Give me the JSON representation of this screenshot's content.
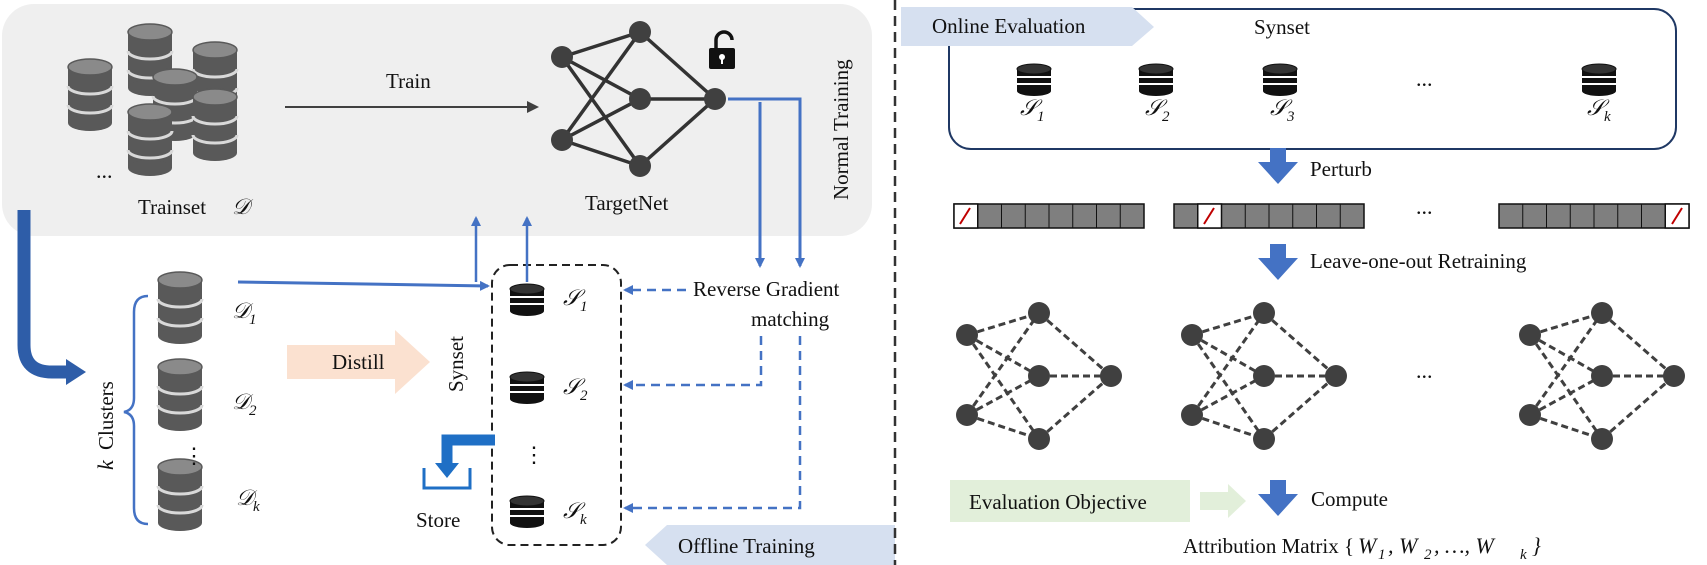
{
  "colors": {
    "panel_bg": "#efefef",
    "arrow_blue": "#4472c4",
    "dark": "#404040",
    "distill_fill": "#fbe1d0",
    "online_tag": "#d6e0f0",
    "objective_fill": "#e2efda",
    "cell_gray": "#7f7f7f",
    "perturb_mark": "#c00000"
  },
  "left": {
    "train_label": "Train",
    "trainset_label": "Trainset",
    "trainset_symbol": "𝒟",
    "ellipsis": "...",
    "targetnet_label": "TargetNet",
    "normal_training_label": "Normal Training",
    "clusters_label": "Clusters",
    "clusters_k": "k",
    "distill_label": "Distill",
    "synset_label": "Synset",
    "store_label": "Store",
    "reverse_label_line1": "Reverse Gradient",
    "reverse_label_line2": "matching",
    "offline_label": "Offline Training",
    "clusters": [
      {
        "sym": "𝒟",
        "sub": "1"
      },
      {
        "sym": "𝒟",
        "sub": "2"
      },
      {
        "sym": "𝒟",
        "sub": "k"
      }
    ],
    "synsets": [
      {
        "sym": "𝒮",
        "sub": "1"
      },
      {
        "sym": "𝒮",
        "sub": "2"
      },
      {
        "sym": "𝒮",
        "sub": "k"
      }
    ],
    "vertical_dots": "⋮"
  },
  "right": {
    "online_label": "Online Evaluation",
    "synset_label": "Synset",
    "synsets": [
      {
        "sym": "𝒮",
        "sub": "1"
      },
      {
        "sym": "𝒮",
        "sub": "2"
      },
      {
        "sym": "𝒮",
        "sub": "3"
      },
      {
        "sym": "𝒮",
        "sub": "k"
      }
    ],
    "ellipsis": "...",
    "perturb_label": "Perturb",
    "loo_label": "Leave-one-out Retraining",
    "objective_label": "Evaluation Objective",
    "compute_label": "Compute",
    "attribution_label": "Attribution Matrix {",
    "attribution_terms": [
      "W",
      "1",
      ", W",
      "2",
      ", …, W",
      "k",
      "}"
    ]
  }
}
